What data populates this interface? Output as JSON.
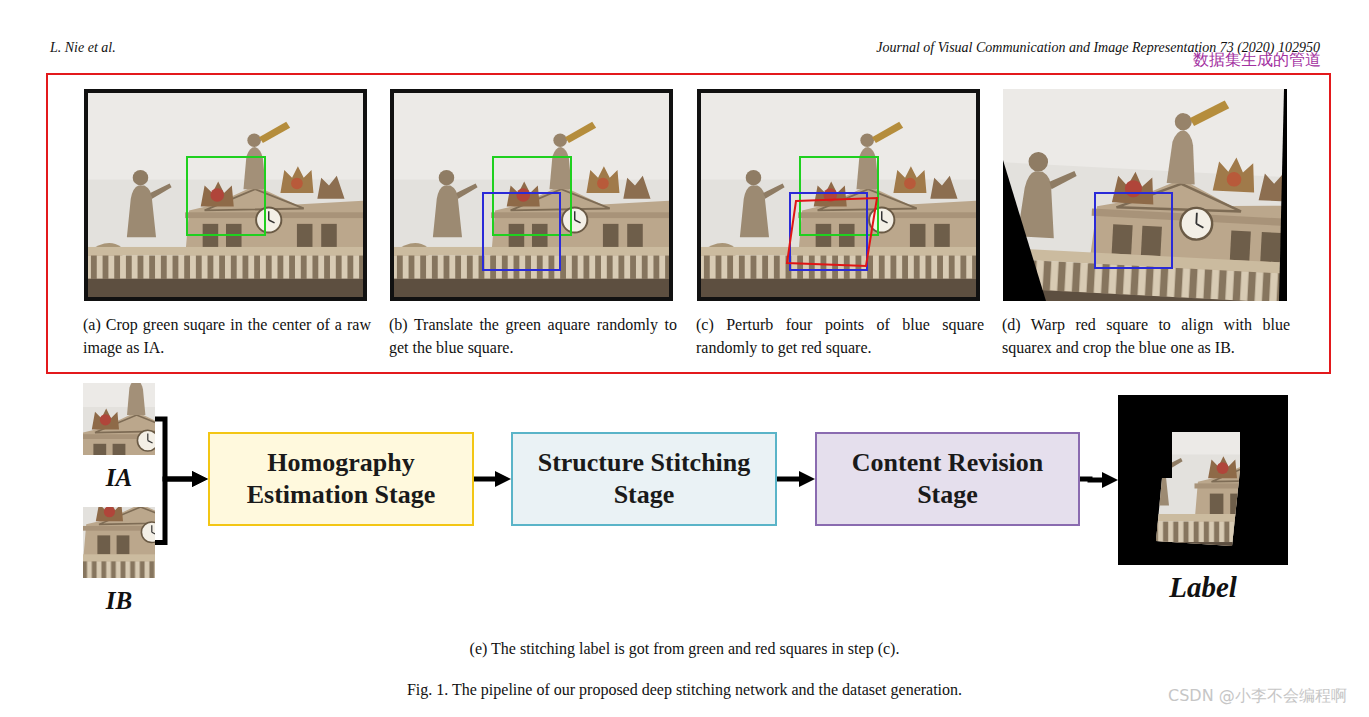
{
  "diagram": {
    "caption": "Fig. 1. The pipeline of our proposed deep stitching network and the dataset generation.",
    "nodes": [
      {
        "text": [
          "数据集生成的管道"
        ]
      },
      {
        "text": [
          "(a) Crop green suqare in the center of a raw image as IA."
        ],
        "in": 0
      },
      {
        "text": [
          "(b) Translate the green aquare randomly to get the blue square."
        ],
        "in": 0
      },
      {
        "text": [
          "(c) Perturb four points of blue square randomly to get red square."
        ],
        "in": 0
      },
      {
        "text": [
          "(d) Warp red square to align with blue squarex and crop the blue one as IB."
        ],
        "in": 0
      },
      {
        "text": [
          "IA"
        ]
      },
      {
        "text": [
          "IB"
        ]
      },
      {
        "text": [
          "Homography Estimation Stage"
        ]
      },
      {
        "text": [
          "Structure Stitching Stage"
        ]
      },
      {
        "text": [
          "Content Revision Stage"
        ]
      },
      {
        "text": [
          "Label"
        ]
      }
    ],
    "edges": [
      {
        "from": 5,
        "to": 7,
        "arrow": "to"
      },
      {
        "from": 6,
        "to": 7,
        "arrow": "to"
      },
      {
        "from": 7,
        "to": 8,
        "arrow": "to"
      },
      {
        "from": 8,
        "to": 9,
        "arrow": "to"
      },
      {
        "from": 9,
        "to": 10,
        "arrow": "to"
      }
    ],
    "labels": [
      "L. Nie et al.",
      "Journal of Visual Communication and Image Representation 73 (2020) 102950",
      "(e) The stitching label is got from green and red squares in step (c).",
      "CSDN @小李不会编程啊"
    ]
  }
}
